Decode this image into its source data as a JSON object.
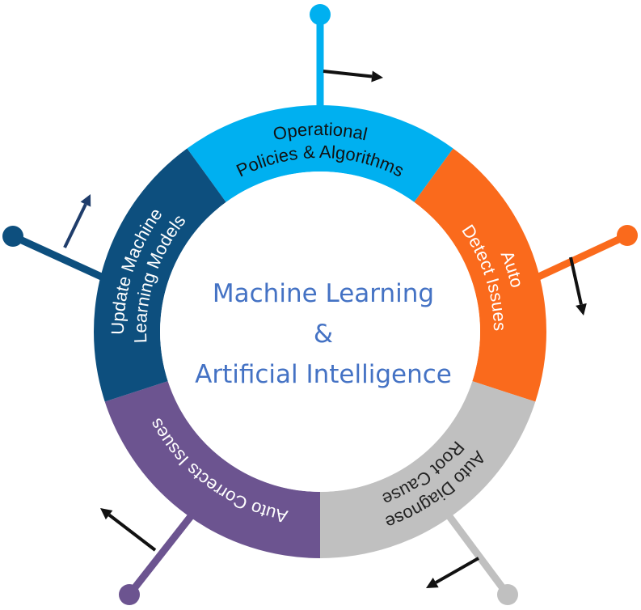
{
  "center": {
    "line1": "Machine Learning",
    "line2": "&",
    "line3": "Artificial Intelligence",
    "color": "#4472c4"
  },
  "segments": [
    {
      "id": "operational-policies",
      "lines": [
        "Operational",
        "Policies & Algorithms"
      ],
      "color": "#00b0f0",
      "text_color": "#111111"
    },
    {
      "id": "auto-detect-issues",
      "lines": [
        "Auto",
        "Detect Issues"
      ],
      "color": "#fa6a1c",
      "text_color": "#ffffff"
    },
    {
      "id": "auto-diagnose-root-cause",
      "lines": [
        "Auto Diagnose",
        "Root Cause"
      ],
      "color": "#c0c0c0",
      "text_color": "#222222"
    },
    {
      "id": "auto-corrects-issues",
      "lines": [
        "Auto Corrects Issues"
      ],
      "color": "#6c5490",
      "text_color": "#ffffff"
    },
    {
      "id": "update-ml-models",
      "lines": [
        "Update Machine",
        "Learning Models"
      ],
      "color": "#0d4f7e",
      "text_color": "#ffffff"
    }
  ],
  "arrow_colors": [
    "#111111",
    "#111111",
    "#111111",
    "#111111",
    "#1f3d6b"
  ]
}
